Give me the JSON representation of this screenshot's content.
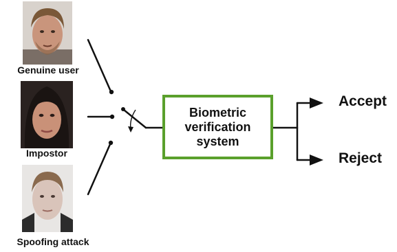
{
  "inputs": [
    {
      "label": "Genuine user",
      "icon": "genuine-user-face-photo"
    },
    {
      "label": "Impostor",
      "icon": "impostor-face-photo"
    },
    {
      "label": "Spoofing attack",
      "icon": "spoofing-attack-face-photo"
    }
  ],
  "system": {
    "lines": [
      "Biometric",
      "verification",
      "system"
    ],
    "border_color": "#5aa02c"
  },
  "outputs": [
    {
      "label": "Accept"
    },
    {
      "label": "Reject"
    }
  ],
  "switch": {
    "icon": "selector-switch-icon"
  }
}
